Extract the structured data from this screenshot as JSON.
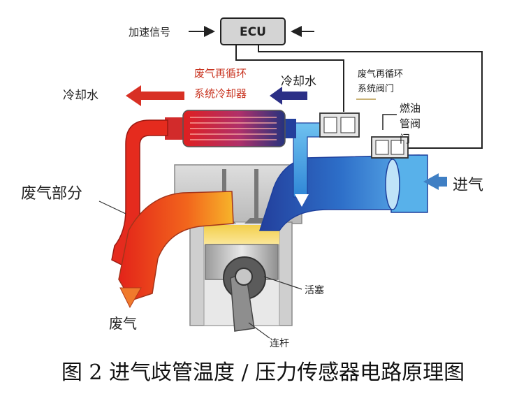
{
  "labels": {
    "accel_signal": "加速信号",
    "ecu": "ECU",
    "coolant_left": "冷却水",
    "coolant_right": "冷却水",
    "egr_cooler_line1": "废气再循环",
    "egr_cooler_line2": "系统冷却器",
    "egr_valve_line1": "废气再循环",
    "egr_valve_line2": "系统阀门",
    "throttle_line1": "燃油",
    "throttle_line2": "管阀",
    "throttle_line3": "门",
    "intake": "进气",
    "exhaust_part": "废气部分",
    "exhaust": "废气",
    "piston": "活塞",
    "connecting_rod": "连杆"
  },
  "caption": "图 2 进气歧管温度 / 压力传感器电路原理图",
  "colors": {
    "exhaust_hot": "#e52b1e",
    "exhaust_warm": "#f6a623",
    "intake_blue": "#2f86d6",
    "intake_dark": "#1d3f9c",
    "engine_gray": "#c9c9c9",
    "ecu_gray": "#d4d4d4"
  }
}
